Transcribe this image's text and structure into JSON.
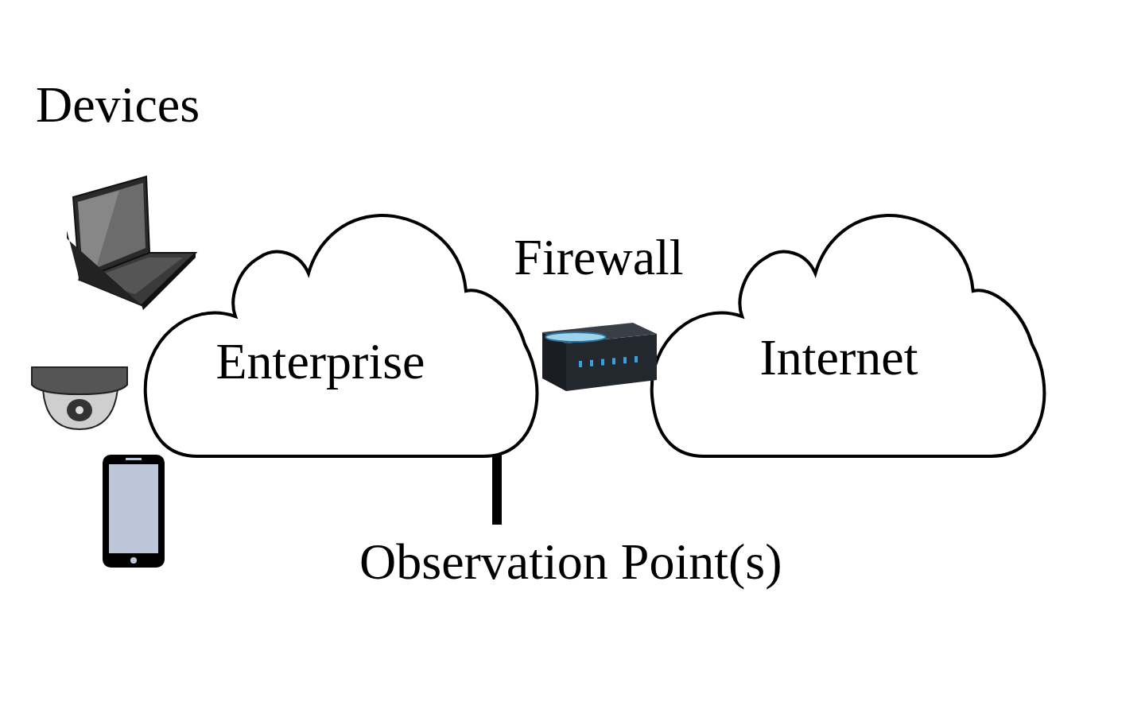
{
  "diagram": {
    "nodes": [
      {
        "text": [
          "Enterprise"
        ]
      },
      {
        "text": [
          "Firewall"
        ]
      },
      {
        "text": [
          "Internet"
        ]
      }
    ],
    "labels": [
      "Devices",
      "Observation Point(s)"
    ]
  }
}
